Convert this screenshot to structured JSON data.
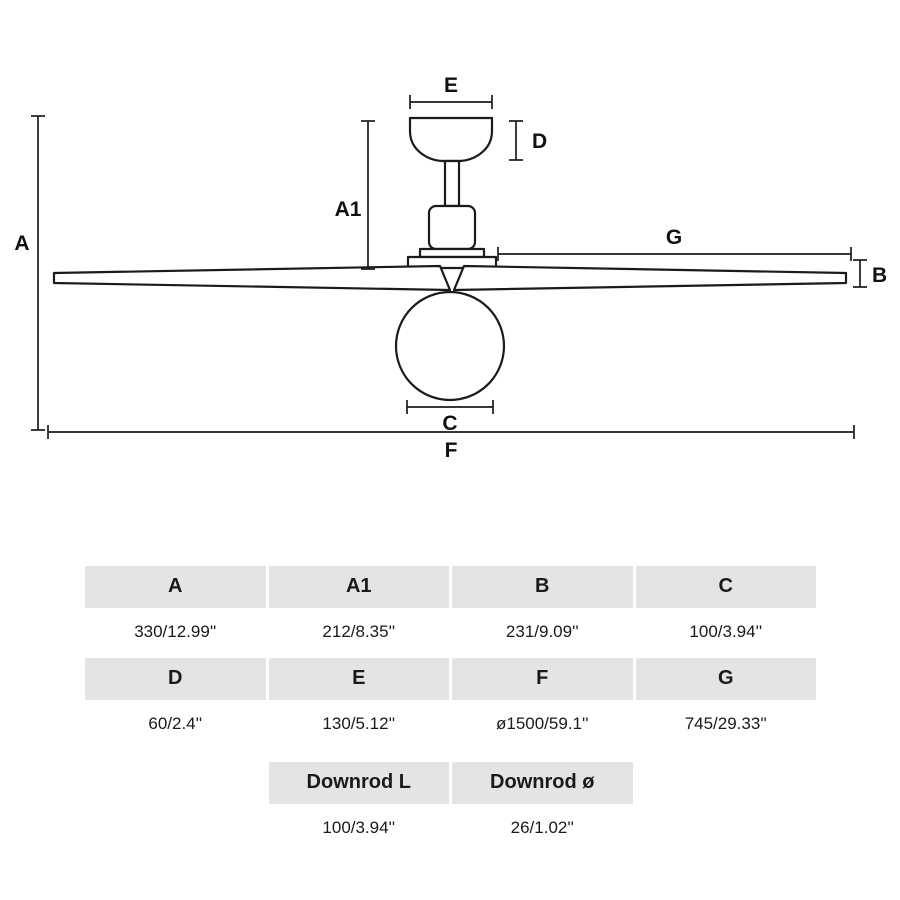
{
  "diagram": {
    "labels": {
      "A": "A",
      "A1": "A1",
      "B": "B",
      "C": "C",
      "D": "D",
      "E": "E",
      "F": "F",
      "G": "G"
    }
  },
  "table": {
    "rows": [
      {
        "cells": [
          "A",
          "A1",
          "B",
          "C"
        ]
      },
      {
        "cells": [
          "330/12.99''",
          "212/8.35''",
          "231/9.09''",
          "100/3.94''"
        ]
      },
      {
        "cells": [
          "D",
          "E",
          "F",
          "G"
        ]
      },
      {
        "cells": [
          "60/2.4''",
          "130/5.12''",
          "ø1500/59.1''",
          "745/29.33''"
        ]
      },
      {
        "cells": [
          "Downrod L",
          "Downrod ø"
        ]
      },
      {
        "cells": [
          "100/3.94''",
          "26/1.02''"
        ]
      }
    ]
  }
}
